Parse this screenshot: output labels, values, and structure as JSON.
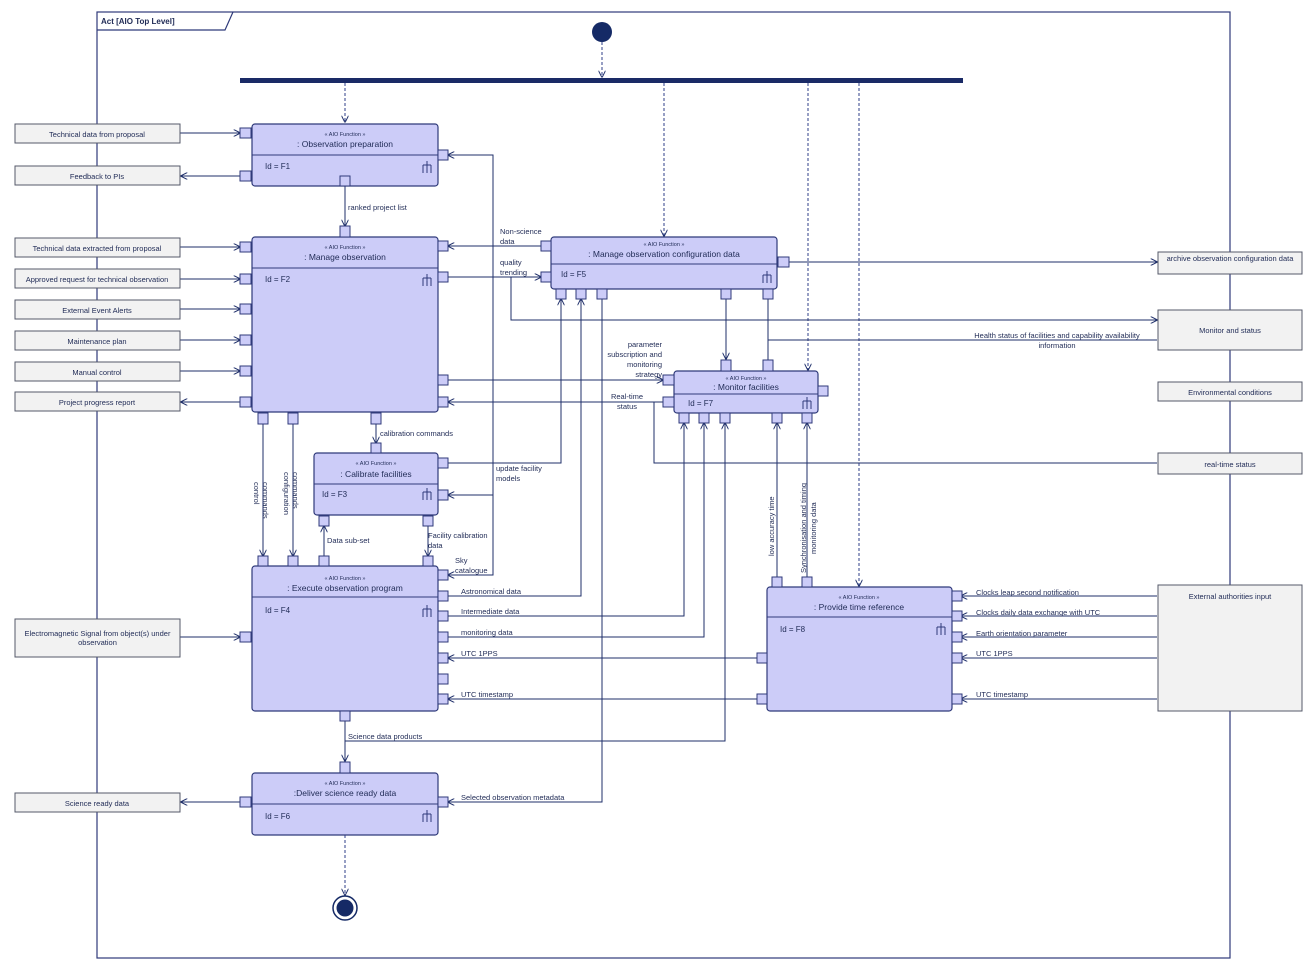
{
  "frame": {
    "title": "Act [AIO Top Level]"
  },
  "functions": [
    {
      "key": "f1",
      "stereotype": "« AIO Function »",
      "name": ": Observation preparation",
      "id": "Id = F1"
    },
    {
      "key": "f2",
      "stereotype": "« AIO Function »",
      "name": ": Manage observation",
      "id": "Id = F2"
    },
    {
      "key": "f3",
      "stereotype": "« AIO Function »",
      "name": ": Calibrate facilities",
      "id": "Id = F3"
    },
    {
      "key": "f4",
      "stereotype": "« AIO Function »",
      "name": ": Execute observation program",
      "id": "Id = F4"
    },
    {
      "key": "f5",
      "stereotype": "« AIO Function »",
      "name": ": Manage observation configuration data",
      "id": "Id = F5"
    },
    {
      "key": "f6",
      "stereotype": "« AIO Function »",
      "name": ":Deliver science ready data",
      "id": "Id = F6"
    },
    {
      "key": "f7",
      "stereotype": "« AIO Function »",
      "name": ": Monitor facilities",
      "id": "Id = F7"
    },
    {
      "key": "f8",
      "stereotype": "« AIO Function »",
      "name": ": Provide time reference",
      "id": "Id = F8"
    }
  ],
  "inputs_left": [
    "Technical data from proposal",
    "Feedback to PIs",
    "Technical data extracted from proposal",
    "Approved request for technical observation",
    "External Event Alerts",
    "Maintenance plan",
    "Manual control",
    "Project progress report",
    "Electromagnetic Signal from object(s) under observation",
    "Science ready data"
  ],
  "outputs_right": [
    "archive observation configuration data",
    "Monitor and status",
    "Environmental conditions",
    "real-time status",
    "External authorities input"
  ],
  "flow_labels": {
    "ranked_project_list": "ranked project list",
    "non_science_data": "Non-science data",
    "quality_trending": "quality trending",
    "parameter_subscription": "parameter subscription and monitoring strategy",
    "real_time_status": "Real-time status",
    "health_status": "Health status of facilities and capability availability information",
    "calibration_commands": "calibration commands",
    "update_facility_models": "update facility models",
    "control_commands": "control commands",
    "configuration_commands": "configuration commands",
    "data_sub_set": "Data sub-set",
    "facility_calibration_data": "Facility calibration data",
    "sky_catalogue": "Sky catalogue",
    "astronomical_data": "Astronomical data",
    "intermediate_data": "Intermediate data",
    "monitoring_data": "monitoring data",
    "utc_1pps_f4": "UTC 1PPS",
    "utc_timestamp_f4": "UTC timestamp",
    "science_data_products": "Science data products",
    "selected_observation_metadata": "Selected observation metadata",
    "low_accuracy_time": "low accuracy time",
    "synchronisation_timing": "Synchronisation and timing",
    "monitoring_data_vertical": "monitoring data",
    "clocks_leap": "Clocks leap second notification",
    "clocks_daily": "Clocks daily data exchange with UTC",
    "earth_orientation": "Earth orientation parameter",
    "utc_1pps_f8": "UTC 1PPS",
    "utc_timestamp_f8": "UTC timestamp"
  },
  "colors": {
    "function_fill": "#ccccf8",
    "function_stroke": "#2f3a7a",
    "fork_bar": "#1a2a66",
    "node_fill": "#152a66",
    "external_fill": "#f2f2f2"
  }
}
